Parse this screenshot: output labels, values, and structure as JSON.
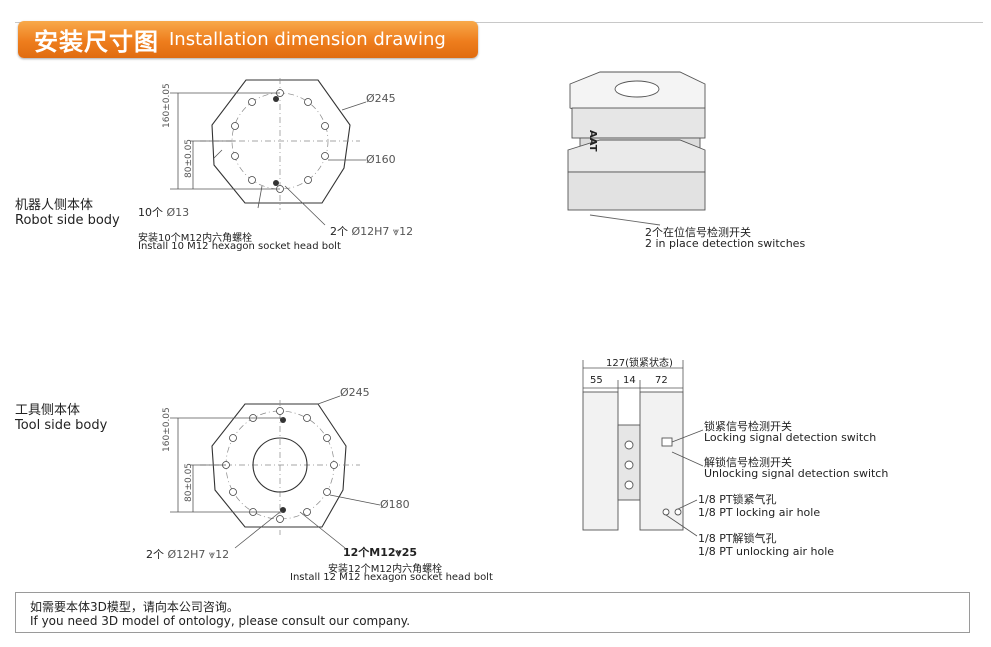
{
  "header": {
    "title_zh": "安装尺寸图",
    "title_en": "Installation dimension drawing",
    "accent_color": "#ee7d1d"
  },
  "robot_side": {
    "label_zh": "机器人侧本体",
    "label_en": "Robot side body",
    "dim_outer": "Ø245",
    "dim_pcd": "Ø160",
    "dim_holes": "Ø13",
    "holes_prefix": "10个",
    "dim_160": "160±0.05",
    "dim_80": "80±0.05",
    "pin_prefix": "2个",
    "pin_spec": "Ø12H7 ⩔12",
    "bolt_zh": "安装10个M12内六角螺栓",
    "bolt_en": "Install 10 M12 hexagon socket head bolt"
  },
  "tool_side": {
    "label_zh": "工具侧本体",
    "label_en": "Tool side body",
    "dim_outer": "Ø245",
    "dim_pcd": "Ø180",
    "dim_160": "160±0.05",
    "dim_80": "80±0.05",
    "pin_prefix": "2个",
    "pin_spec": "Ø12H7 ⩔12",
    "bolt_spec": "12个M12⩔25",
    "bolt_zh": "安装12个M12内六角螺栓",
    "bolt_en": "Install 12 M12 hexagon socket head bolt"
  },
  "iso_view": {
    "switch_zh": "2个在位信号检测开关",
    "switch_en": "2 in place detection switches",
    "brand": "AAT"
  },
  "side_view": {
    "dim_total": "127(锁紧状态)",
    "dim_a": "55",
    "dim_b": "14",
    "dim_c": "72",
    "lock_switch_zh": "锁紧信号检测开关",
    "lock_switch_en": "Locking signal detection switch",
    "unlock_switch_zh": "解锁信号检测开关",
    "unlock_switch_en": "Unlocking signal detection switch",
    "lock_air_zh": "1/8 PT锁紧气孔",
    "lock_air_en": "1/8 PT locking air hole",
    "unlock_air_zh": "1/8 PT解锁气孔",
    "unlock_air_en": "1/8 PT unlocking air hole"
  },
  "footer": {
    "note_zh": "如需要本体3D模型，请向本公司咨询。",
    "note_en": "If you need 3D model of ontology, please consult our company."
  }
}
